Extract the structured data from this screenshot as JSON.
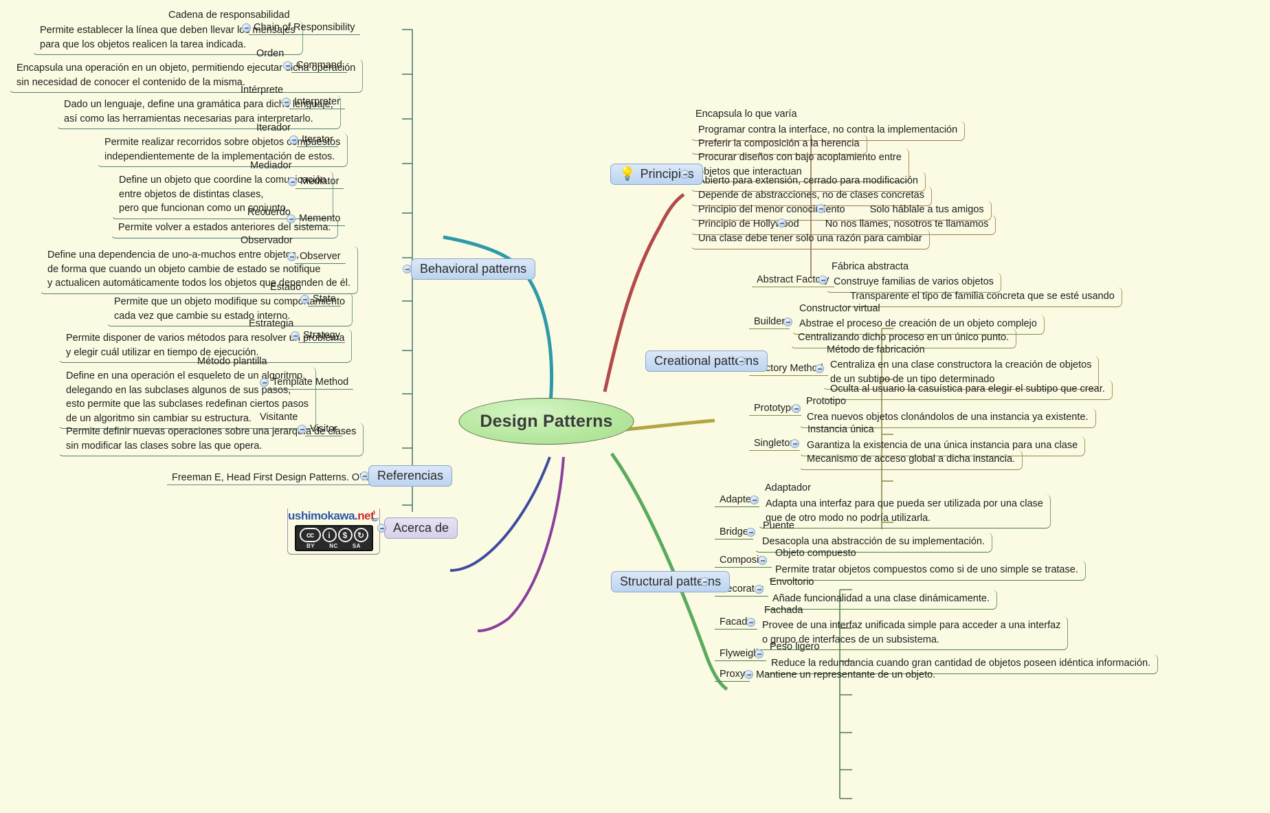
{
  "central": {
    "label": "Design Patterns"
  },
  "branches": {
    "behavioral": {
      "label": "Behavioral patterns"
    },
    "principios": {
      "label": "Principios",
      "icon": "lightbulb-icon"
    },
    "creational": {
      "label": "Creational patterns"
    },
    "structural": {
      "label": "Structural patterns"
    },
    "referencias": {
      "label": "Referencias"
    },
    "acerca": {
      "label": "Acerca de"
    }
  },
  "behavioral_items": [
    {
      "en": "Chain of Responsibility",
      "es": "Cadena de responsabilidad",
      "desc": "Permite establecer la línea que deben llevar los mensajes\npara que los objetos realicen la tarea indicada."
    },
    {
      "en": "Command",
      "es": "Orden",
      "desc": "Encapsula una operación en un objeto, permitiendo ejecutar dicha operación\nsin necesidad de conocer el contenido de la misma."
    },
    {
      "en": "Interpreter",
      "es": "Intérprete",
      "desc": "Dado un lenguaje, define una gramática para dicho lenguaje,\nasí como las herramientas necesarias para interpretarlo."
    },
    {
      "en": "Iterator",
      "es": "Iterador",
      "desc": "Permite realizar recorridos sobre objetos compuestos\nindependientemente de la implementación de estos."
    },
    {
      "en": "Mediator",
      "es": "Mediador",
      "desc": "Define un objeto que coordine la comunicación\nentre objetos de distintas clases,\npero que funcionan como un conjunto."
    },
    {
      "en": "Memento",
      "es": "Recuerdo",
      "desc": "Permite volver a estados anteriores del sistema."
    },
    {
      "en": "Observer",
      "es": "Observador",
      "desc": "Define una dependencia de uno-a-muchos entre objetos,\nde forma que cuando un objeto cambie de estado se notifique\ny actualicen automáticamente todos los objetos que dependen de él."
    },
    {
      "en": "State",
      "es": "Estado",
      "desc": "Permite que un objeto modifique su comportamiento\ncada vez que cambie su estado interno."
    },
    {
      "en": "Strategy",
      "es": "Estrategia",
      "desc": "Permite disponer de varios métodos para resolver un problema\ny elegir cuál utilizar en tiempo de ejecución."
    },
    {
      "en": "Template Method",
      "es": "Método plantilla",
      "desc": "Define en una operación el esqueleto de un algoritmo,\ndelegando en las subclases algunos de sus pasos,\nesto permite que las subclases redefinan ciertos pasos\nde un algoritmo sin cambiar su estructura."
    },
    {
      "en": "Visitor",
      "es": "Visitante",
      "desc": "Permite definir nuevas operaciones sobre una jerarquía de clases\nsin modificar las clases sobre las que opera."
    }
  ],
  "principios_items": [
    {
      "text": "Encapsula lo que varía"
    },
    {
      "text": "Programar contra la interface, no contra la implementación"
    },
    {
      "text": "Preferir la composición a la herencia"
    },
    {
      "text": "Procurar diseños con bajo acoplamiento entre\nobjetos que interactuan"
    },
    {
      "text": "Abierto para extensión, cerrado para modificación"
    },
    {
      "text": "Depende de abstracciones, no de clases concretas"
    },
    {
      "text": "Principio del menor conocimiento",
      "sub": "Solo háblale a tus amigos"
    },
    {
      "text": "Principio de Hollywood",
      "sub": "No nos llames, nosotros te llamamos"
    },
    {
      "text": "Una clase debe tener solo una razón para cambiar"
    }
  ],
  "creational_items": [
    {
      "en": "Abstract Factory",
      "es": "Fábrica abstracta",
      "lines": [
        "Construye familias de varios objetos",
        "Transparente el tipo de familia concreta que se esté usando"
      ]
    },
    {
      "en": "Builder",
      "es": "Constructor virtual",
      "lines": [
        "Abstrae el proceso de creación de un objeto complejo",
        "Centralizando dicho proceso en un único punto."
      ]
    },
    {
      "en": "Factory Method",
      "es": "Método de fabricación",
      "lines": [
        "Centraliza en una clase constructora la creación de objetos\nde un subtipo de un tipo determinado",
        "Oculta al usuario la casuística para elegir el subtipo que crear."
      ]
    },
    {
      "en": "Prototype",
      "es": "Prototipo",
      "lines": [
        "Crea nuevos objetos clonándolos de una instancia ya existente."
      ]
    },
    {
      "en": "Singleton",
      "es": "Instancia única",
      "lines": [
        "Garantiza la existencia de una única instancia para una clase",
        "Mecanismo de acceso global a dicha instancia."
      ]
    }
  ],
  "structural_items": [
    {
      "en": "Adapter",
      "es": "Adaptador",
      "lines": [
        "Adapta una interfaz para que pueda ser utilizada por una clase\nque de otro modo no podría utilizarla."
      ]
    },
    {
      "en": "Bridge",
      "es": "Puente",
      "lines": [
        "Desacopla una abstracción de su implementación."
      ]
    },
    {
      "en": "Composite",
      "es": "Objeto compuesto",
      "lines": [
        "Permite tratar objetos compuestos como si de uno simple se tratase."
      ]
    },
    {
      "en": "Decorator",
      "es": "Envoltorio",
      "lines": [
        "Añade funcionalidad a una clase dinámicamente."
      ]
    },
    {
      "en": "Facade",
      "es": "Fachada",
      "lines": [
        "Provee de una interfaz unificada simple para acceder a una interfaz\no grupo de interfaces de un subsistema."
      ]
    },
    {
      "en": "Flyweight",
      "es": "Peso ligero",
      "lines": [
        "Reduce la redundancia cuando gran cantidad de objetos poseen idéntica información."
      ]
    },
    {
      "en": "Proxy",
      "es": "",
      "inline": "Mantiene un representante de un objeto.",
      "lines": []
    }
  ],
  "referencias_items": [
    {
      "text": "Freeman E, Head First Design Patterns. O'Reilly 2004"
    }
  ],
  "acerca": {
    "logo_prefix": "ushimokawa.",
    "logo_suffix": "net",
    "license": "CC BY NC SA",
    "license_parts": [
      "BY",
      "NC",
      "SA"
    ]
  },
  "colors": {
    "background": "#fbfbe3",
    "central_fill": "#b7e8a0",
    "pill_blue": "#bcd4f0",
    "pill_lilac": "#d8d0ea",
    "behavioral_wire": "#2e9aa8",
    "principios_wire": "#b34a4a",
    "creational_wire": "#b3a642",
    "structural_wire": "#5aab5e",
    "referencias_wire": "#3f4b9e",
    "acerca_wire": "#8d3f9e"
  }
}
